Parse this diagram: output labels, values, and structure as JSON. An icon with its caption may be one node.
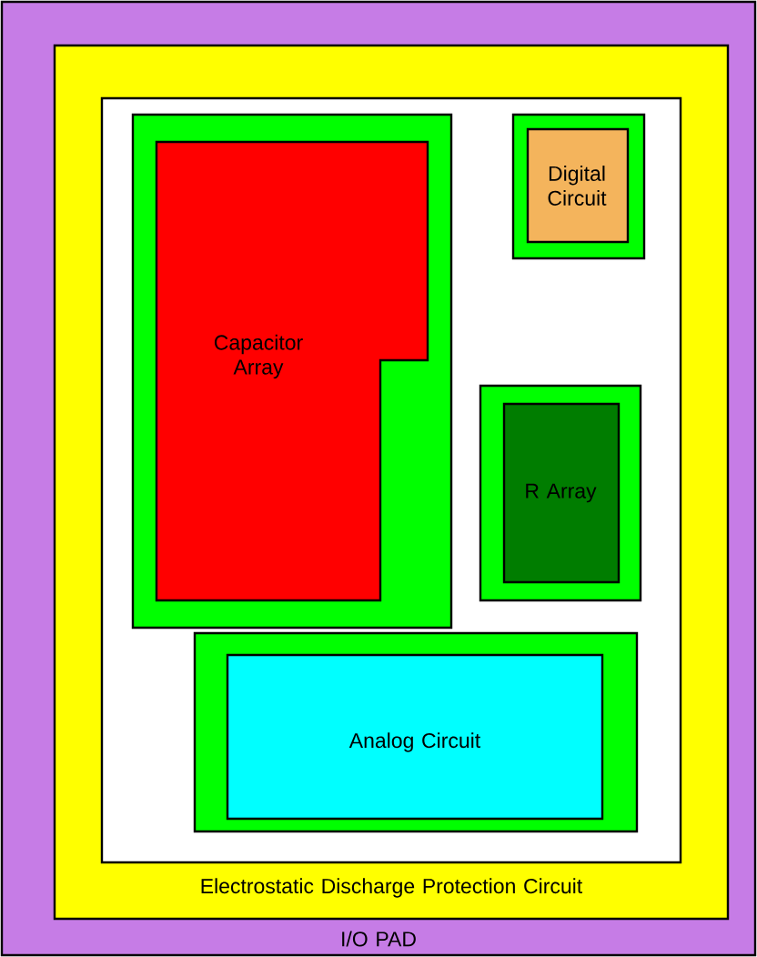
{
  "diagram": {
    "nodes": [
      {
        "text": [
          "I/O PAD"
        ]
      },
      {
        "text": [
          "Electrostatic Discharge Protection Circuit"
        ],
        "in": 0
      },
      {
        "text": [],
        "shape": "box",
        "in": 1
      },
      {
        "text": [],
        "shape": "box",
        "in": 2
      },
      {
        "text": [
          "Capacitor Array"
        ],
        "in": 3
      },
      {
        "text": [],
        "shape": "box",
        "in": 2
      },
      {
        "text": [
          "Digital Circuit"
        ],
        "in": 5
      },
      {
        "text": [],
        "shape": "box",
        "in": 2
      },
      {
        "text": [
          "R Array"
        ],
        "in": 7
      },
      {
        "text": [],
        "shape": "box",
        "in": 2
      },
      {
        "text": [
          "Analog Circuit"
        ],
        "in": 9
      }
    ]
  }
}
